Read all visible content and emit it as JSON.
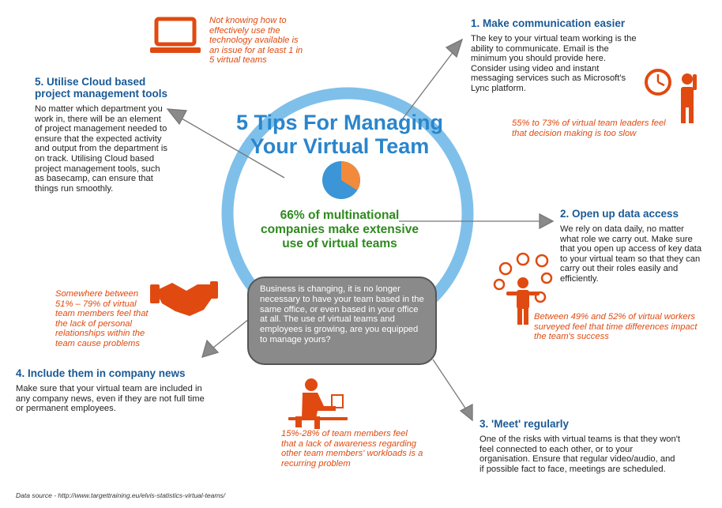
{
  "title_line1": "5 Tips For Managing",
  "title_line2": "Your Virtual Team",
  "center_stat": "66% of multinational companies make extensive use of virtual teams",
  "gray_box": "Business is changing, it is no longer necessary to have your team based in the same office, or even based in your office at all. The use of virtual teams and employees is growing, are you equipped to manage yours?",
  "tips": {
    "t1": {
      "heading": "1. Make communication easier",
      "body": "The key to your virtual team working is the ability to communicate. Email is the minimum you should provide here. Consider using video and instant messaging services such as Microsoft's Lync platform."
    },
    "t2": {
      "heading": "2. Open up data access",
      "body": "We rely on data daily, no matter what role we carry out. Make sure that you open up access of key data to your virtual team so that they can carry out their roles easily and efficiently."
    },
    "t3": {
      "heading": "3. 'Meet' regularly",
      "body": "One of the risks with virtual teams is that they won't feel connected to each other, or to your organisation. Ensure that regular video/audio, and if possible fact to face, meetings are scheduled."
    },
    "t4": {
      "heading": "4. Include them in company news",
      "body": "Make sure that your virtual team are included in any company news, even if they are not full time or permanent employees."
    },
    "t5": {
      "heading_line1": "5. Utilise Cloud based",
      "heading_line2": "project management tools",
      "body": "No matter which department you work in, there will be an element of project management needed to ensure that the expected activity and output from the department is on track. Utilising Cloud based project management tools, such as basecamp, can ensure that things run smoothly."
    }
  },
  "stats": {
    "laptop": "Not knowing how to effectively use the technology available is an issue for at least 1 in 5 virtual teams",
    "decision": "55% to 73% of virtual team leaders feel that decision making is too slow",
    "time_diff": "Between 49% and 52% of virtual workers surveyed feel that time differences impact the team's success",
    "relationships": "Somewhere between 51% – 79% of virtual team members feel that the lack of personal relationships within the team cause problems",
    "awareness": "15%-28% of team members feel that a lack of awareness regarding other team members' workloads is a recurring problem"
  },
  "pie_value": 0.66,
  "source": "Data source - http://www.targettraining.eu/elvis-statistics-virtual-teams/",
  "colors": {
    "accent_orange": "#e04a10",
    "title_blue": "#2a85cc",
    "heading_blue": "#1a5a96",
    "stat_green": "#2e8a1e",
    "ring_blue": "#7ec0ea",
    "pie_blue": "#3b95d6",
    "pie_orange": "#f28a3c",
    "gray_box": "#8a8a8a"
  },
  "icons": [
    "laptop-icon",
    "clock-icon",
    "thinking-person-icon",
    "juggling-clocks-icon",
    "handshake-icon",
    "desk-worker-icon",
    "pie-chart-icon"
  ]
}
